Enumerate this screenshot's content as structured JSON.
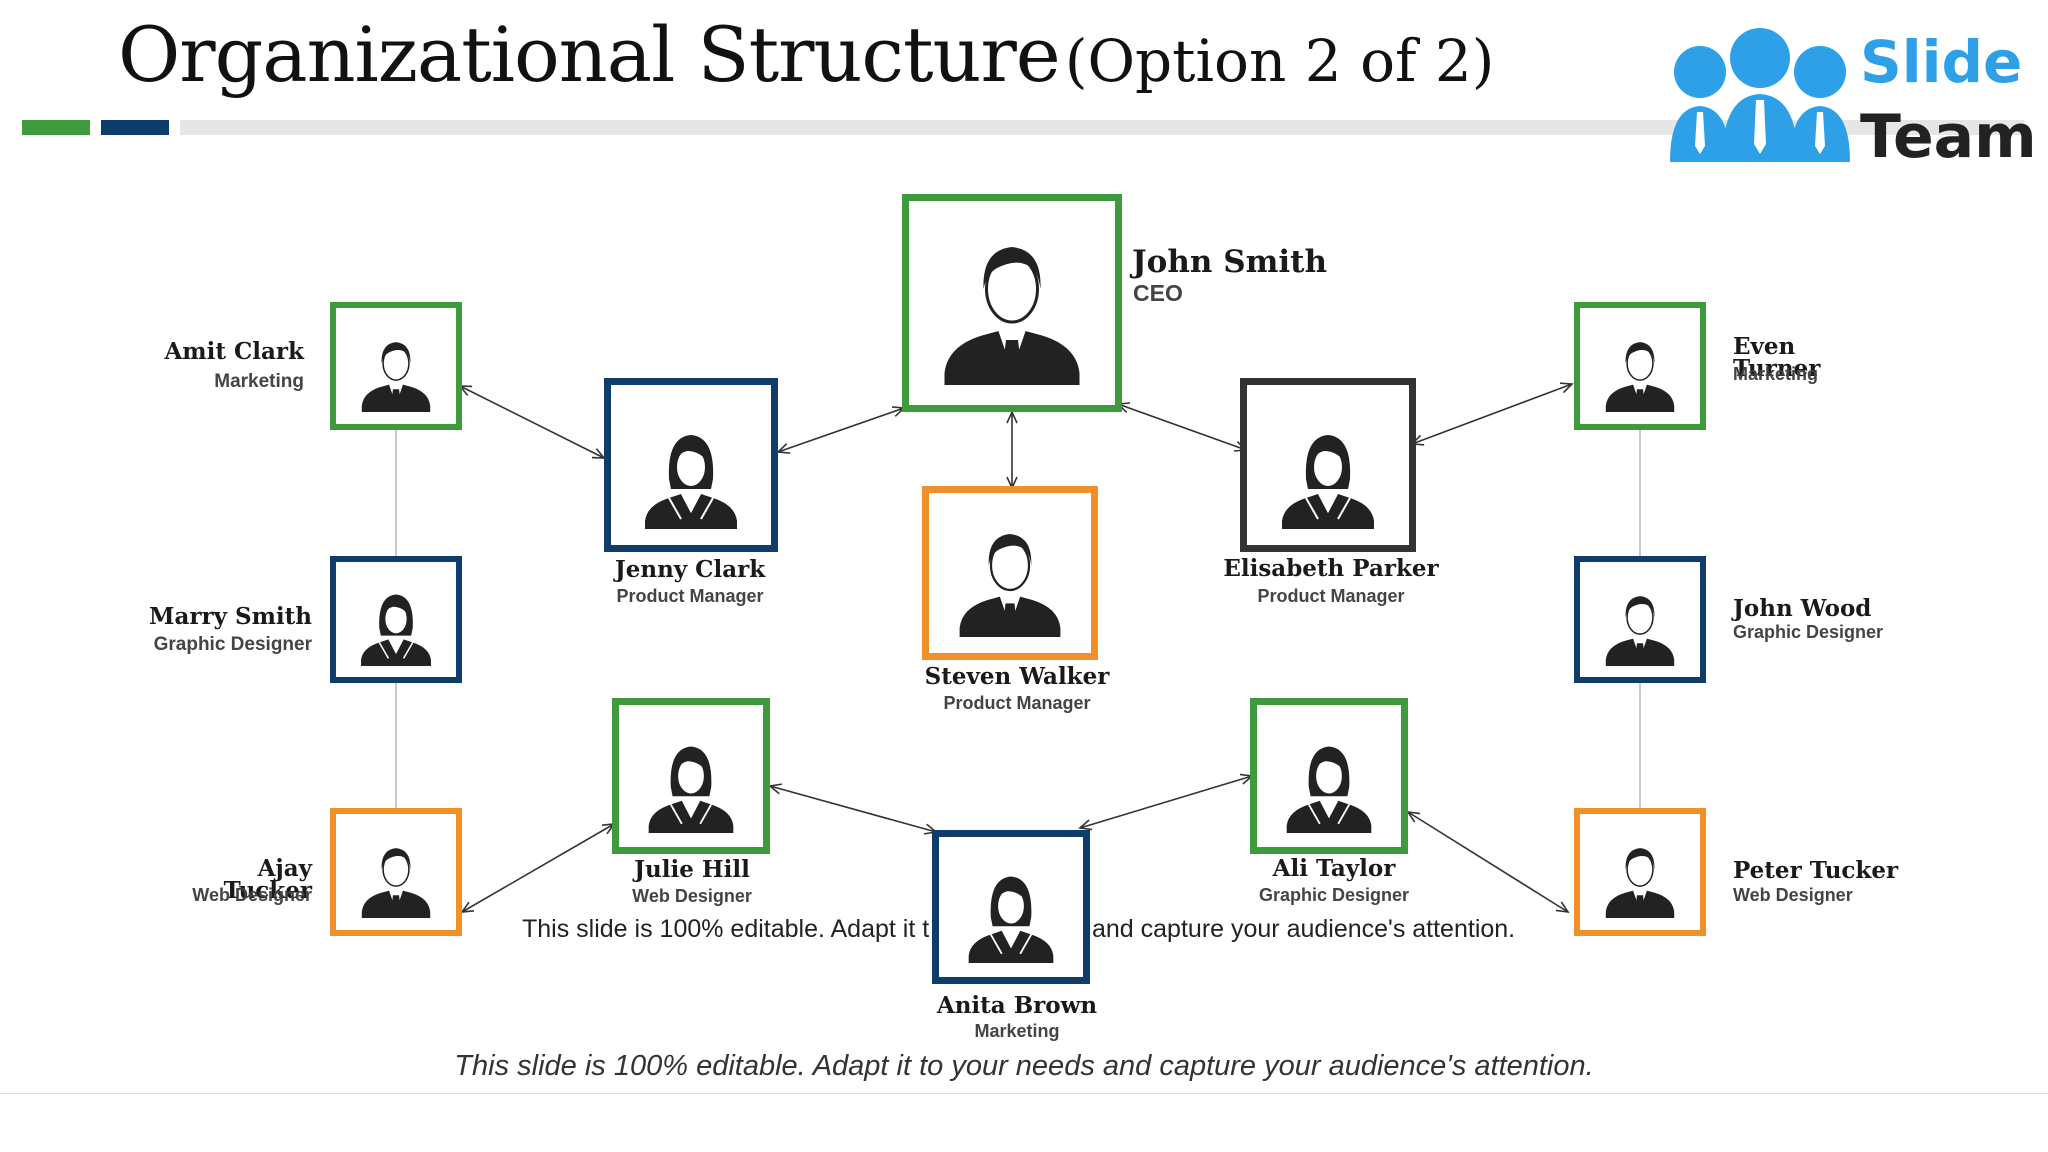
{
  "title": "Organizational Structure",
  "subtitle": "(Option 2 of 2)",
  "logo": {
    "line1": "Slide",
    "line2": "Team"
  },
  "colors": {
    "green": "#3d9b3d",
    "navy": "#0e3d6b",
    "orange": "#f0902a",
    "charcoal": "#333333"
  },
  "people": {
    "ceo": {
      "name": "John Smith",
      "role": "CEO",
      "icon": "male-person-icon"
    },
    "amit": {
      "name": "Amit Clark",
      "role": "Marketing",
      "icon": "male-person-icon"
    },
    "marry": {
      "name": "Marry Smith",
      "role": "Graphic Designer",
      "icon": "female-person-icon"
    },
    "ajay": {
      "name": "Ajay Tucker",
      "role": "Web Designer",
      "icon": "male-person-icon"
    },
    "jenny": {
      "name": "Jenny Clark",
      "role": "Product Manager",
      "icon": "female-person-icon"
    },
    "steven": {
      "name": "Steven Walker",
      "role": "Product Manager",
      "icon": "male-person-icon"
    },
    "elisabeth": {
      "name": "Elisabeth Parker",
      "role": "Product Manager",
      "icon": "female-person-icon"
    },
    "julie": {
      "name": "Julie Hill",
      "role": "Web Designer",
      "icon": "female-person-icon"
    },
    "anita": {
      "name": "Anita Brown",
      "role": "Marketing",
      "icon": "female-person-icon"
    },
    "ali": {
      "name": "Ali Taylor",
      "role": "Graphic Designer",
      "icon": "female-person-icon"
    },
    "even": {
      "name": "Even Turner",
      "role": "Marketing",
      "icon": "male-person-icon"
    },
    "john_wood": {
      "name": "John Wood",
      "role": "Graphic Designer",
      "icon": "male-person-icon"
    },
    "peter": {
      "name": "Peter Tucker",
      "role": "Web Designer",
      "icon": "male-person-icon"
    }
  },
  "edit_text_left": "This slide is 100% editable. Adapt it t",
  "edit_text_right": "and capture your audience's attention.",
  "footer": "This slide is 100% editable. Adapt it to your needs and capture your audience's attention."
}
